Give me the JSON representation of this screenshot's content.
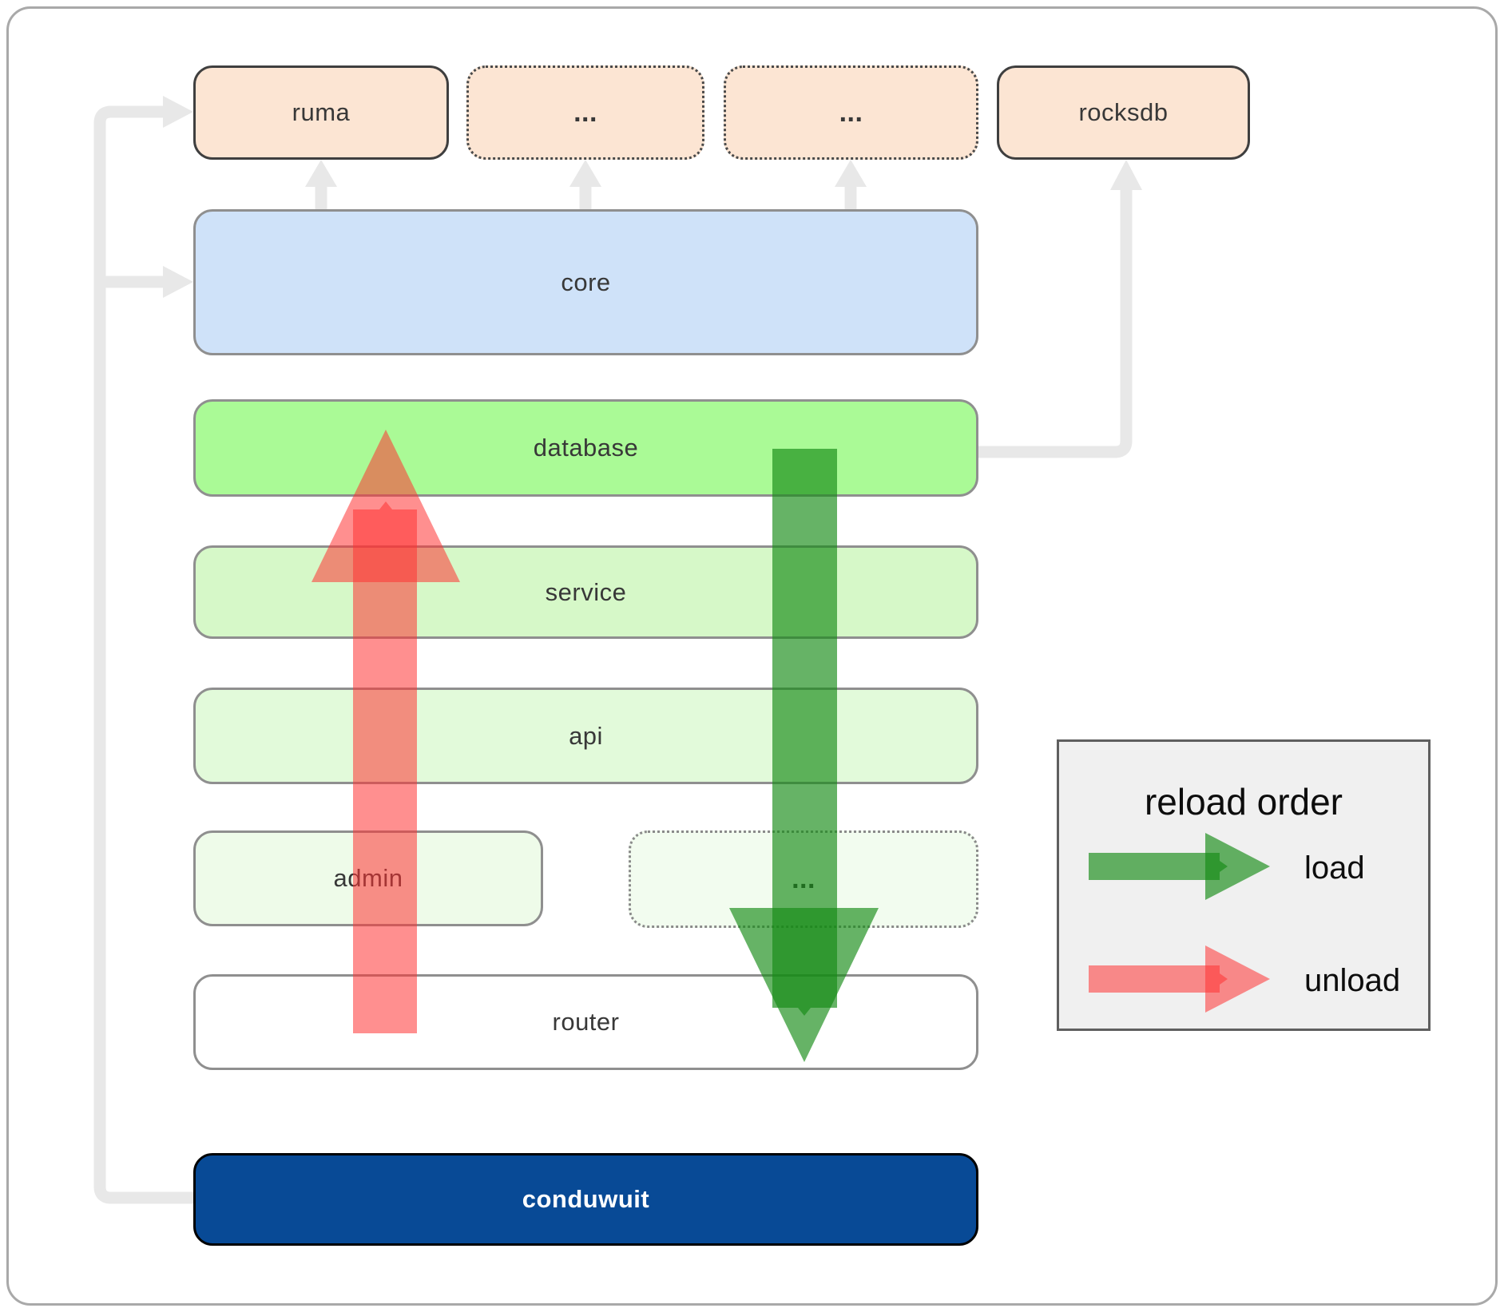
{
  "nodes": {
    "ruma": "ruma",
    "ellipsis_top_1": "...",
    "ellipsis_top_2": "...",
    "rocksdb": "rocksdb",
    "core": "core",
    "database": "database",
    "service": "service",
    "api": "api",
    "admin": "admin",
    "ellipsis_admin_row": "...",
    "router": "router",
    "conduwuit": "conduwuit"
  },
  "legend": {
    "title": "reload order",
    "load_label": "load",
    "unload_label": "unload"
  },
  "colors": {
    "load_arrow": "#148a14",
    "unload_arrow": "#ff3333",
    "connector_gray": "#e8e8e8",
    "peach_fill": "#fce5d3",
    "core_fill": "#cfe2f9",
    "database_fill": "#aafa96",
    "service_fill": "#d6f8c8",
    "api_fill": "#e2fada",
    "admin_fill": "#eefbe9",
    "admin_row_ellipsis_fill": "#f2fcef",
    "router_fill": "#ffffff",
    "conduwuit_fill": "#084a96",
    "legend_bg": "#f0f0f0"
  }
}
